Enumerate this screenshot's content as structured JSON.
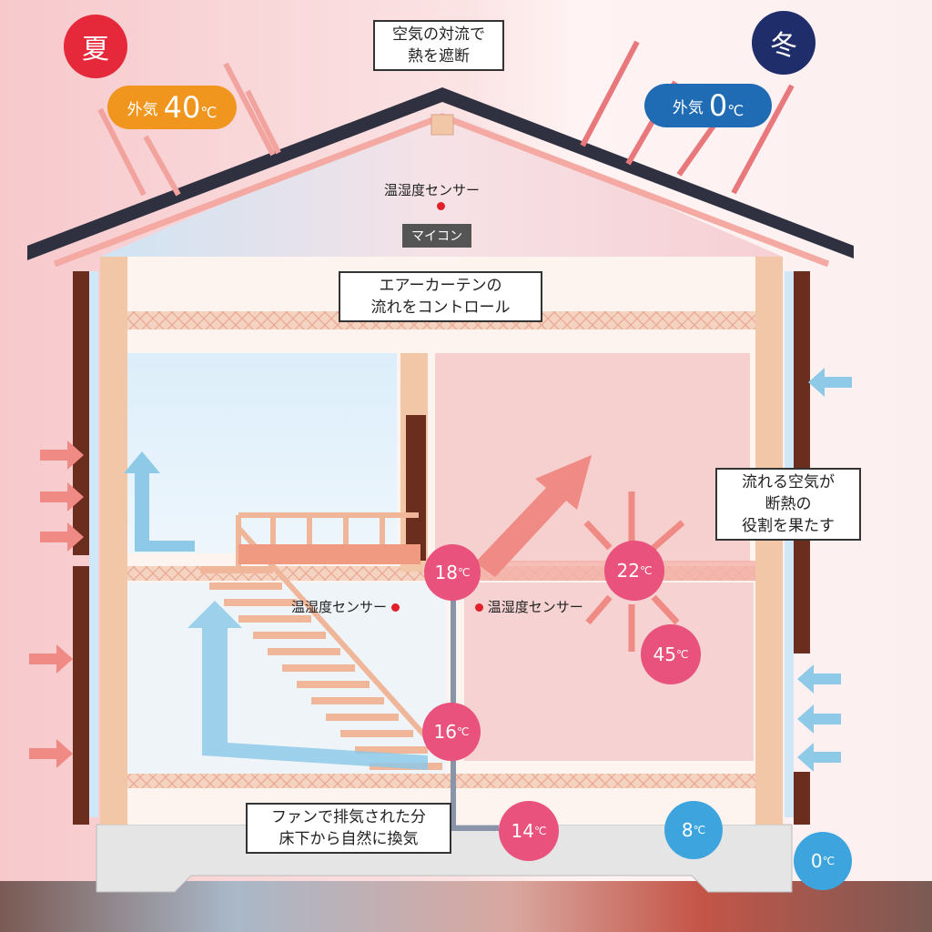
{
  "seasons": {
    "summer": "夏",
    "winter": "冬"
  },
  "outside_temp": {
    "summer": {
      "label": "外気",
      "value": "40",
      "unit": "℃"
    },
    "winter": {
      "label": "外気",
      "value": "0",
      "unit": "℃"
    }
  },
  "callouts": {
    "roof": [
      "空気の対流で",
      "熱を遮断"
    ],
    "air_curtain": [
      "エアーカーテンの",
      "流れをコントロール"
    ],
    "insulation": [
      "流れる空気が",
      "断熱の",
      "役割を果たす"
    ],
    "floor": [
      "ファンで排気された分",
      "床下から自然に換気"
    ]
  },
  "microcomputer_label": "マイコン",
  "sensor_label": "温湿度センサー",
  "temperatures": [
    {
      "value": "18",
      "unit": "℃",
      "color": "#e8527c"
    },
    {
      "value": "22",
      "unit": "℃",
      "color": "#e8527c"
    },
    {
      "value": "45",
      "unit": "℃",
      "color": "#e8527c"
    },
    {
      "value": "16",
      "unit": "℃",
      "color": "#e8527c"
    },
    {
      "value": "14",
      "unit": "℃",
      "color": "#e8527c"
    },
    {
      "value": "8",
      "unit": "℃",
      "color": "#3ea4de"
    },
    {
      "value": "0",
      "unit": "℃",
      "color": "#3ea4de"
    }
  ],
  "colors": {
    "summer": "#e5293a",
    "winter": "#1f2d6b",
    "warm_air": "#f08a84",
    "cool_air": "#8ec9e8",
    "roof": "#2f3140",
    "wall": "#6b2e1e",
    "timber": "#f2c7a8"
  }
}
